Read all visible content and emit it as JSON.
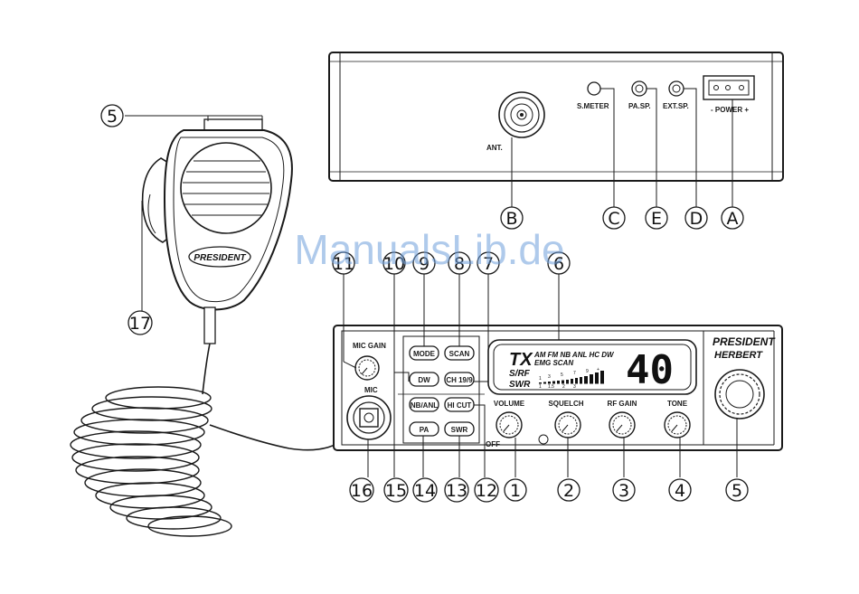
{
  "watermark": "ManualsLib.de",
  "rear_panel": {
    "ant_label": "ANT.",
    "smeter_label": "S.METER",
    "pasp_label": "PA.SP.",
    "extsp_label": "EXT.SP.",
    "power_label": "- POWER +",
    "callouts": [
      "B",
      "C",
      "E",
      "D",
      "A"
    ]
  },
  "front_panel": {
    "brand": "PRESIDENT",
    "model": "HERBERT",
    "mic_gain": "MIC GAIN",
    "mic": "MIC",
    "off": "OFF",
    "knobs": [
      "VOLUME",
      "SQUELCH",
      "RF GAIN",
      "TONE"
    ],
    "buttons": [
      "MODE",
      "SCAN",
      "DW",
      "CH 19/9",
      "NB/ANL",
      "HI CUT",
      "PA",
      "SWR"
    ],
    "lcd": {
      "tx": "TX",
      "modes_line1": "AM FM NB ANL HC DW",
      "modes_line2": "EMG SCAN",
      "srf": "S/RF",
      "swr": "SWR",
      "channel": "40",
      "scale_top": [
        "1",
        "3",
        "5",
        "7",
        "9",
        "+"
      ],
      "scale_bottom": [
        "1",
        "1.5",
        "2",
        "3"
      ]
    }
  },
  "microphone": {
    "brand": "PRESIDENT"
  },
  "callouts": {
    "top": [
      "11",
      "10",
      "9",
      "8",
      "7",
      "6"
    ],
    "bottom": [
      "16",
      "15",
      "14",
      "13",
      "12",
      "1",
      "2",
      "3",
      "4",
      "5"
    ],
    "mic_top": "5",
    "mic_side": "17"
  }
}
